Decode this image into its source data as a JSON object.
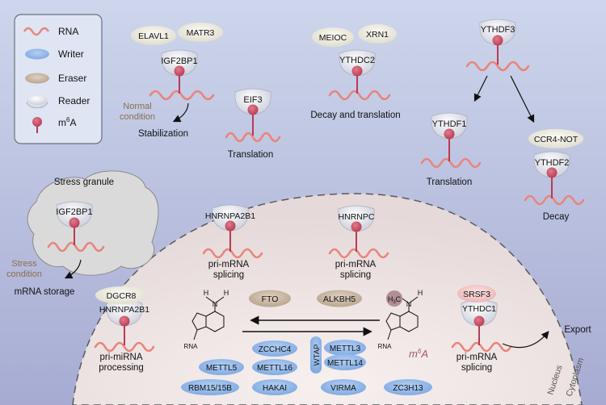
{
  "legend": {
    "rna": "RNA",
    "writer": "Writer",
    "eraser": "Eraser",
    "reader": "Reader",
    "m6a_prefix": "m",
    "m6a_sup": "6",
    "m6a_suffix": "A"
  },
  "cytoplasm": {
    "igf2bp1_group": {
      "partner1": "ELAVL1",
      "partner2": "MATR3",
      "reader": "IGF2BP1",
      "condition_line1": "Normal",
      "condition_line2": "condition",
      "outcome": "Stabilization"
    },
    "eif3_group": {
      "reader": "EIF3",
      "outcome": "Translation"
    },
    "ythdc2_group": {
      "partner1": "MEIOC",
      "partner2": "XRN1",
      "reader": "YTHDC2",
      "outcome": "Decay and translation"
    },
    "ythdf3_group": {
      "reader": "YTHDF3"
    },
    "ythdf1_group": {
      "reader": "YTHDF1",
      "outcome": "Translation"
    },
    "ythdf2_group": {
      "partner": "CCR4-NOT",
      "reader": "YTHDF2",
      "outcome": "Decay"
    },
    "stress_granule": {
      "title": "Stress granule",
      "reader": "IGF2BP1",
      "condition_line1": "Stress",
      "condition_line2": "condition",
      "outcome": "mRNA storage"
    }
  },
  "nucleus": {
    "hnrnpa2b1_group": {
      "reader": "HNRNPA2B1",
      "outcome_line1": "pri-mRNA",
      "outcome_line2": "splicing"
    },
    "hnrnpc_group": {
      "reader": "HNRNPC",
      "outcome_line1": "pri-mRNA",
      "outcome_line2": "splicing"
    },
    "dgcr8_group": {
      "partner": "DGCR8",
      "reader": "HNRNPA2B1",
      "outcome_line1": "pri-miRNA",
      "outcome_line2": "processing"
    },
    "ythdc1_group": {
      "partner": "SRSF3",
      "reader": "YTHDC1",
      "outcome_line1": "pri-mRNA",
      "outcome_line2": "splicing"
    },
    "erasers": [
      "FTO",
      "ALKBH5"
    ],
    "writers": {
      "wtap": "WTAP",
      "mettl3": "METTL3",
      "mettl14": "METTL14",
      "zcchc4": "ZCCHC4",
      "mettl5": "METTL5",
      "mettl16": "METTL16",
      "rbm15": "RBM15/15B",
      "hakai": "HAKAI",
      "virma": "VIRMA",
      "zc3h13": "ZC3H13"
    },
    "adenosine": {
      "h1": "H",
      "n": "N",
      "h2": "H",
      "rna": "RNA"
    },
    "m6a_molecule": {
      "methyl": "H",
      "methyl_sub": "3",
      "methyl_c": "C",
      "n": "N",
      "h": "H",
      "rna": "RNA",
      "label_m": "m",
      "label_sup": "6",
      "label_a": "A"
    },
    "export_label": "Export",
    "nucleus_label": "Nucleus",
    "cytoplasm_label": "Cytoplasm"
  },
  "colors": {
    "background_top": "#c9d3ea",
    "background_bottom": "#a8acd3",
    "nucleus_fill": "#efe6e4",
    "rna": "#e8857b",
    "m6a": "#c8465c",
    "writer": "#8fb6ea",
    "eraser": "#c7b49f",
    "reader": "#eef0f6",
    "partner": "#f0eee4",
    "stress_granule": "#dcdcdc"
  }
}
